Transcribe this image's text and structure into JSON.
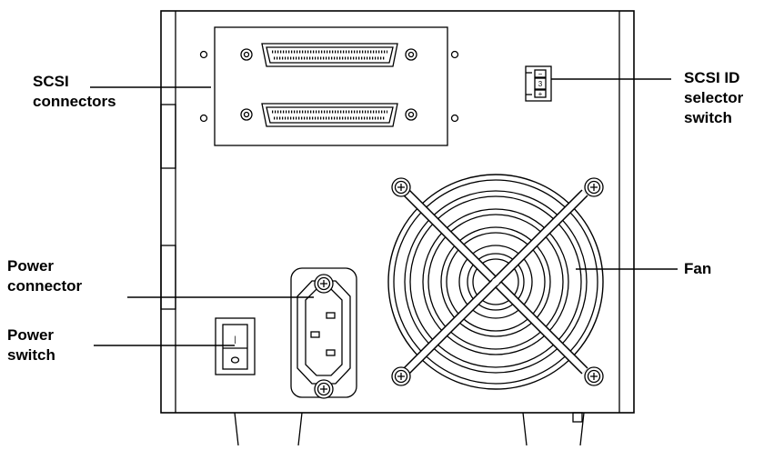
{
  "labels": {
    "scsi_connectors": [
      "SCSI",
      "connectors"
    ],
    "scsi_id_selector": [
      "SCSI ID",
      "selector",
      "switch"
    ],
    "fan": "Fan",
    "power_connector": [
      "Power",
      "connector"
    ],
    "power_switch": [
      "Power",
      "switch"
    ]
  },
  "scsi_id_switch": {
    "minus": "−",
    "value": "3",
    "plus": "+"
  },
  "power_switch_mark": "|",
  "colors": {
    "stroke": "#000000",
    "background": "#ffffff"
  }
}
